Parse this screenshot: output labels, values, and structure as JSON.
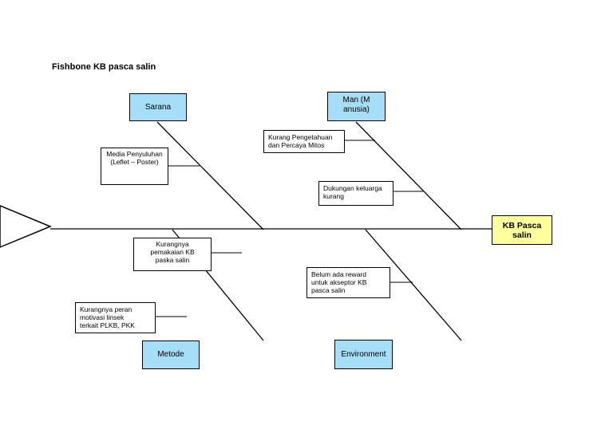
{
  "title": "Fishbone KB pasca salin",
  "effect": {
    "label": "KB Pasca salin"
  },
  "categories": {
    "sarana": "Sarana",
    "man": "Man (Manusia)",
    "metode": "Metode",
    "environment": "Environment"
  },
  "causes": {
    "media": "Media Penyuluhan (Leflet – Poster)",
    "pengetahuan": "Kurang Pengetahuan dan Percaya Mitos",
    "dukungan": "Dukungan keluarga kurang",
    "pemakaian": "Kurangnya pemakaian KB paska salin",
    "motivasi": "Kurangnya peran motivasi linsek terkait PLKB, PKK",
    "reward": "Belum ada reward untuk akseptor KB pasca salin"
  },
  "colors": {
    "category_fill": "#a6def8",
    "effect_fill": "#ffff9c",
    "line": "#000000"
  }
}
